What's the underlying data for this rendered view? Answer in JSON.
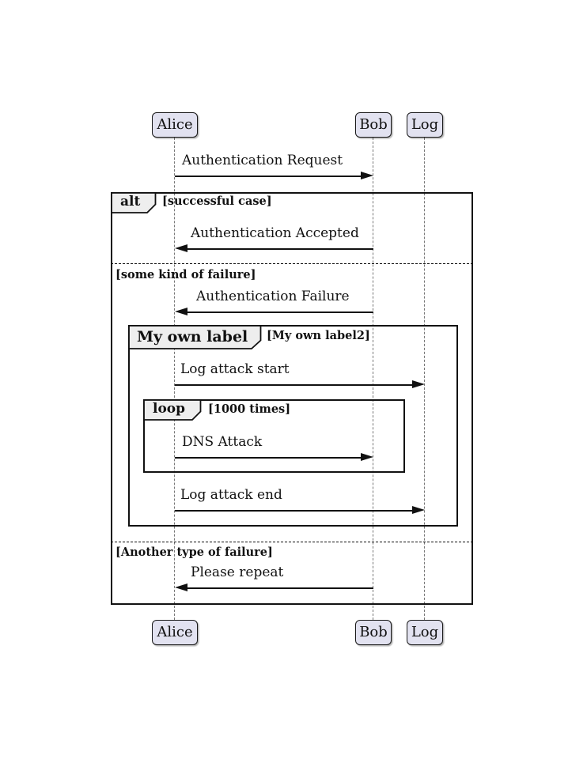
{
  "participants": [
    {
      "name": "Alice"
    },
    {
      "name": "Bob"
    },
    {
      "name": "Log"
    }
  ],
  "messages": [
    {
      "from": "Alice",
      "to": "Bob",
      "label": "Authentication Request"
    },
    {
      "from": "Bob",
      "to": "Alice",
      "label": "Authentication Accepted"
    },
    {
      "from": "Bob",
      "to": "Alice",
      "label": "Authentication Failure"
    },
    {
      "from": "Alice",
      "to": "Log",
      "label": "Log attack start"
    },
    {
      "from": "Alice",
      "to": "Bob",
      "label": "DNS Attack"
    },
    {
      "from": "Alice",
      "to": "Log",
      "label": "Log attack end"
    },
    {
      "from": "Bob",
      "to": "Alice",
      "label": "Please repeat"
    }
  ],
  "fragments": {
    "alt": {
      "operator": "alt",
      "guard": "[successful case]",
      "else_guard_1": "[some kind of failure]",
      "else_guard_2": "[Another type of failure]"
    },
    "group": {
      "operator": "My own label",
      "guard": "[My own label2]"
    },
    "loop": {
      "operator": "loop",
      "guard": "[1000 times]"
    }
  },
  "colors": {
    "participant_fill": "#E2E2F0",
    "participant_border": "#181818",
    "fragment_tab_fill": "#EEEEEE",
    "line_color": "#111111",
    "lifeline_color": "#777777",
    "background": "#FFFFFF"
  }
}
